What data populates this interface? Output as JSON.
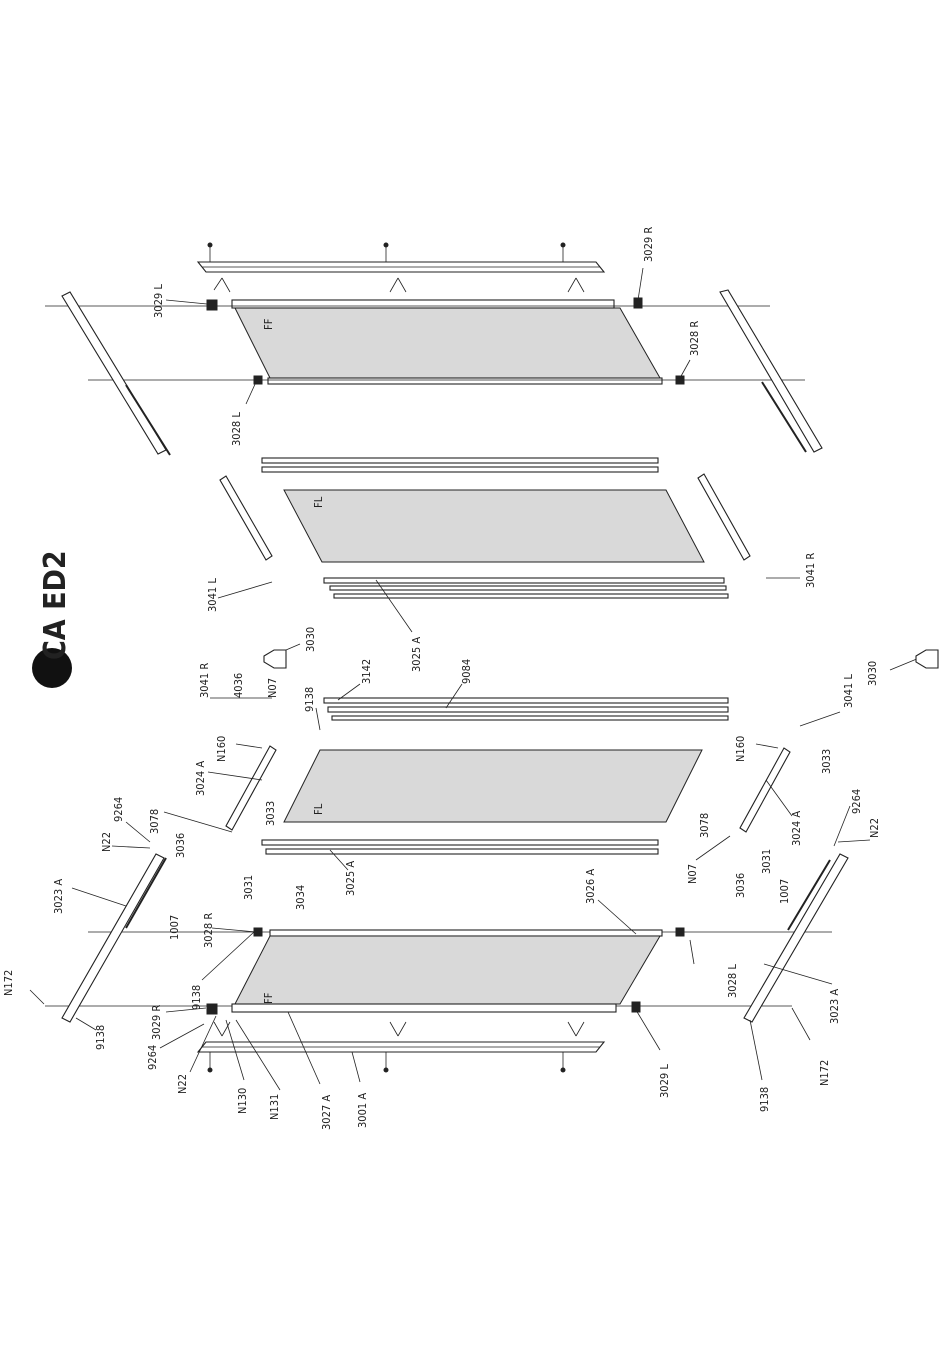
{
  "title": "CA ED2",
  "panel_labels": [
    "FF",
    "FL",
    "FL",
    "FF"
  ],
  "labels": [
    "3029 R",
    "3029 L",
    "3028 R",
    "3028 L",
    "3041 L",
    "3041 R",
    "3025 A",
    "3030",
    "4036",
    "N07",
    "3142",
    "9084",
    "9138",
    "N160",
    "3033",
    "3024 A",
    "3078",
    "3036",
    "3031",
    "3034",
    "3026 A",
    "3023 A",
    "9264",
    "N22",
    "1007",
    "N172",
    "N130",
    "N131",
    "3027 A",
    "3001 A"
  ]
}
